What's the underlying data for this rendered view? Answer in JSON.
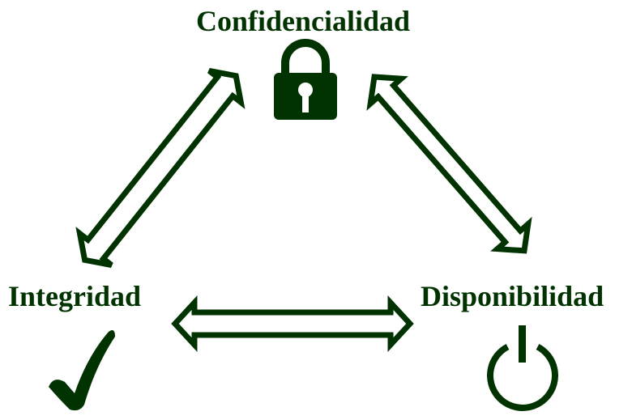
{
  "colors": {
    "primary": "#003300",
    "background": "#ffffff"
  },
  "nodes": {
    "top": {
      "label": "Confidencialidad",
      "icon": "lock-icon"
    },
    "left": {
      "label": "Integridad",
      "icon": "checkmark-icon"
    },
    "right": {
      "label": "Disponibilidad",
      "icon": "power-icon"
    }
  },
  "edges": [
    {
      "from": "top",
      "to": "left",
      "style": "double-headed-arrow"
    },
    {
      "from": "top",
      "to": "right",
      "style": "double-headed-arrow"
    },
    {
      "from": "left",
      "to": "right",
      "style": "double-headed-arrow"
    }
  ]
}
